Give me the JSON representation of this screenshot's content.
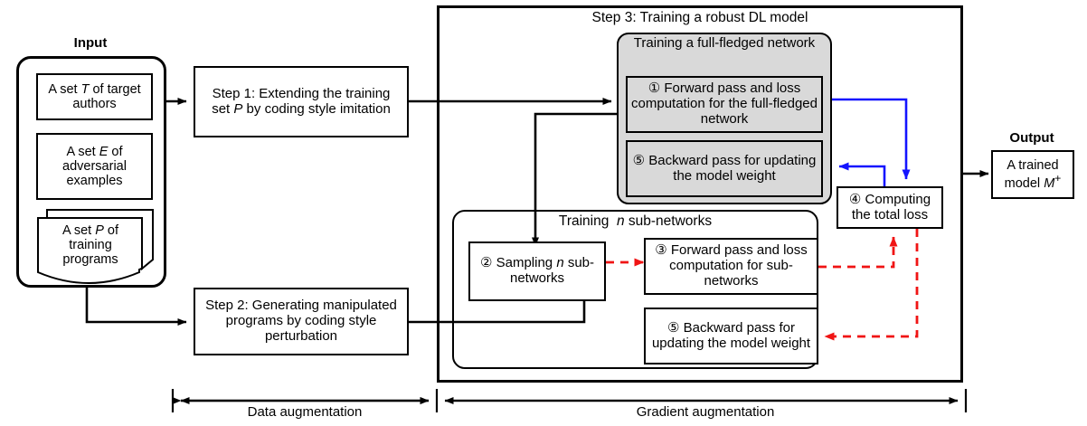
{
  "diagram": {
    "title_input": "Input",
    "title_output": "Output",
    "input_items": [
      {
        "id": "target-authors",
        "text": "A set T of target authors",
        "shape": "rect"
      },
      {
        "id": "adversarial-examples",
        "text": "A set E of adversarial examples",
        "shape": "rect"
      },
      {
        "id": "training-programs",
        "text": "A set P of training programs",
        "shape": "document-stack"
      }
    ],
    "step1": "Step 1: Extending the training set P by coding style imitation",
    "step2": "Step 2: Generating manipulated programs by coding style perturbation",
    "step3_title": "Step 3: Training a robust DL model",
    "fullfledged_title": "Training a full-fledged network",
    "subnetworks_title": "Training  n sub-networks",
    "node1": "① Forward pass and loss computation for the full-fledged network",
    "node5a": "⑤ Backward pass for updating the model weight",
    "node2": "② Sampling n sub-networks",
    "node3": "③ Forward pass and loss computation for sub-networks",
    "node5b": "⑤ Backward pass for updating the model weight",
    "node4": "④ Computing the total loss",
    "output_box": "A trained model M⁺",
    "bottom_left_label": "Data augmentation",
    "bottom_right_label": "Gradient augmentation",
    "colors": {
      "black": "#000000",
      "blue": "#1414ff",
      "red": "#f01414",
      "gray_fill": "#d9d9d9",
      "background": "#ffffff"
    }
  }
}
